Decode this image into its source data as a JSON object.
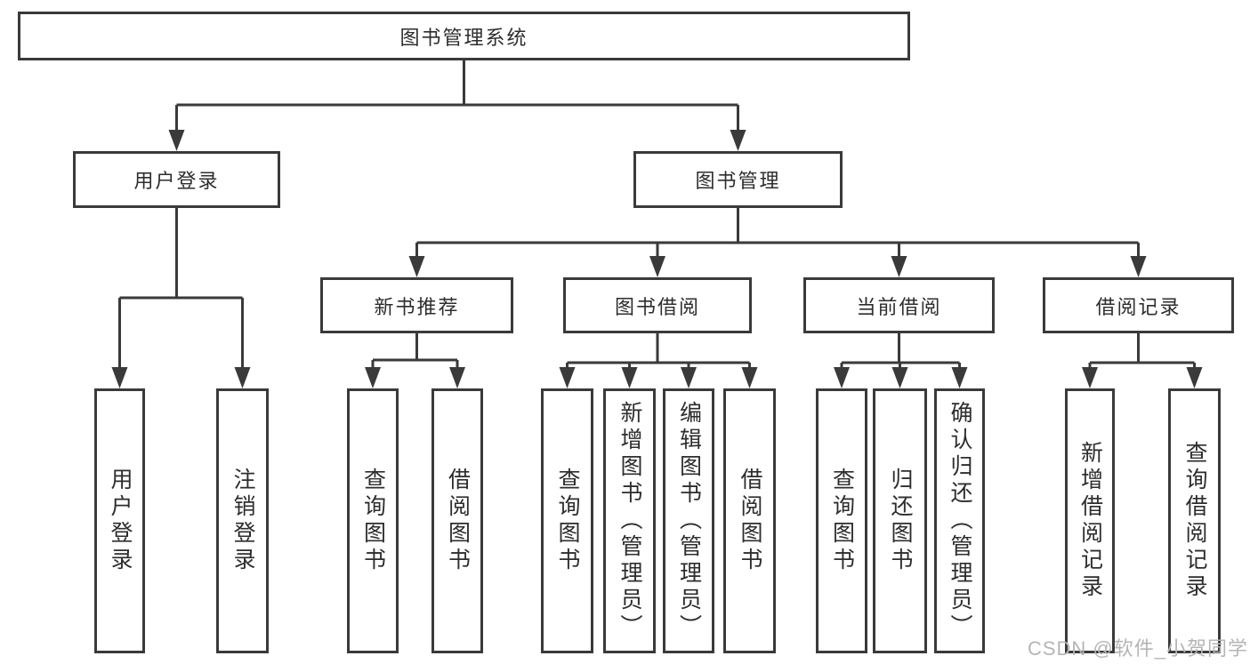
{
  "colors": {
    "line": "#3a3a3a",
    "box_border": "#3a3a3a",
    "box_background": "#ffffff",
    "text": "#2d2d2d",
    "watermark": "#b5b5b5",
    "page_background": "#ffffff"
  },
  "watermark": {
    "text": "CSDN @软件_小贺同学"
  },
  "tree": {
    "label": "图书管理系统",
    "children": [
      {
        "label": "用户登录",
        "children": [
          {
            "label": "用户登录"
          },
          {
            "label": "注销登录"
          }
        ]
      },
      {
        "label": "图书管理",
        "children": [
          {
            "label": "新书推荐",
            "children": [
              {
                "label": "查询图书"
              },
              {
                "label": "借阅图书"
              }
            ]
          },
          {
            "label": "图书借阅",
            "children": [
              {
                "label": "查询图书"
              },
              {
                "label": "新增图书（管理员）"
              },
              {
                "label": "编辑图书（管理员）"
              },
              {
                "label": "借阅图书"
              }
            ]
          },
          {
            "label": "当前借阅",
            "children": [
              {
                "label": "查询图书"
              },
              {
                "label": "归还图书"
              },
              {
                "label": "确认归还（管理员）"
              }
            ]
          },
          {
            "label": "借阅记录",
            "children": [
              {
                "label": "新增借阅记录"
              },
              {
                "label": "查询借阅记录"
              }
            ]
          }
        ]
      }
    ]
  }
}
